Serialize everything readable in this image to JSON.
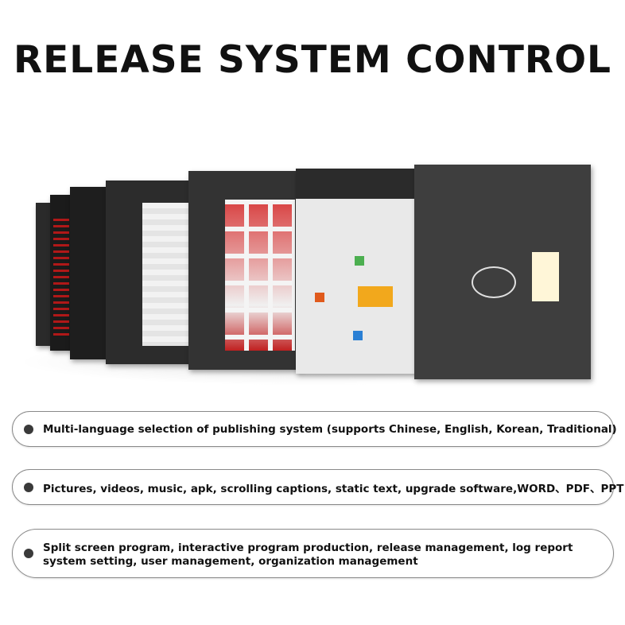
{
  "header": {
    "title": "RELEASE SYSTEM CONTROL"
  },
  "illustration": {
    "screens": [
      {
        "id": "screen-1",
        "theme": "dark"
      },
      {
        "id": "screen-2",
        "theme": "dark",
        "accent": "#b01818"
      },
      {
        "id": "screen-3",
        "theme": "dark"
      },
      {
        "id": "screen-4",
        "theme": "dark-light"
      },
      {
        "id": "screen-5",
        "theme": "media-grid"
      },
      {
        "id": "screen-6",
        "theme": "diagram-light",
        "accent": "#f2a81c"
      },
      {
        "id": "screen-7",
        "theme": "diagram-dark",
        "accent": "#f5e7b0"
      }
    ]
  },
  "features": [
    {
      "lines": [
        "Multi-language selection of publishing system (supports Chinese, English, Korean, Traditional)"
      ]
    },
    {
      "lines": [
        "Pictures, videos, music, apk, scrolling captions, static text, upgrade software,WORD、PDF、PPT"
      ]
    },
    {
      "lines": [
        "Split screen program, interactive program production, release management, log report",
        "system setting, user management, organization management"
      ]
    }
  ],
  "colors": {
    "title": "#111111",
    "pill_border": "#8a8a8a",
    "bullet": "#3a3a3a"
  }
}
